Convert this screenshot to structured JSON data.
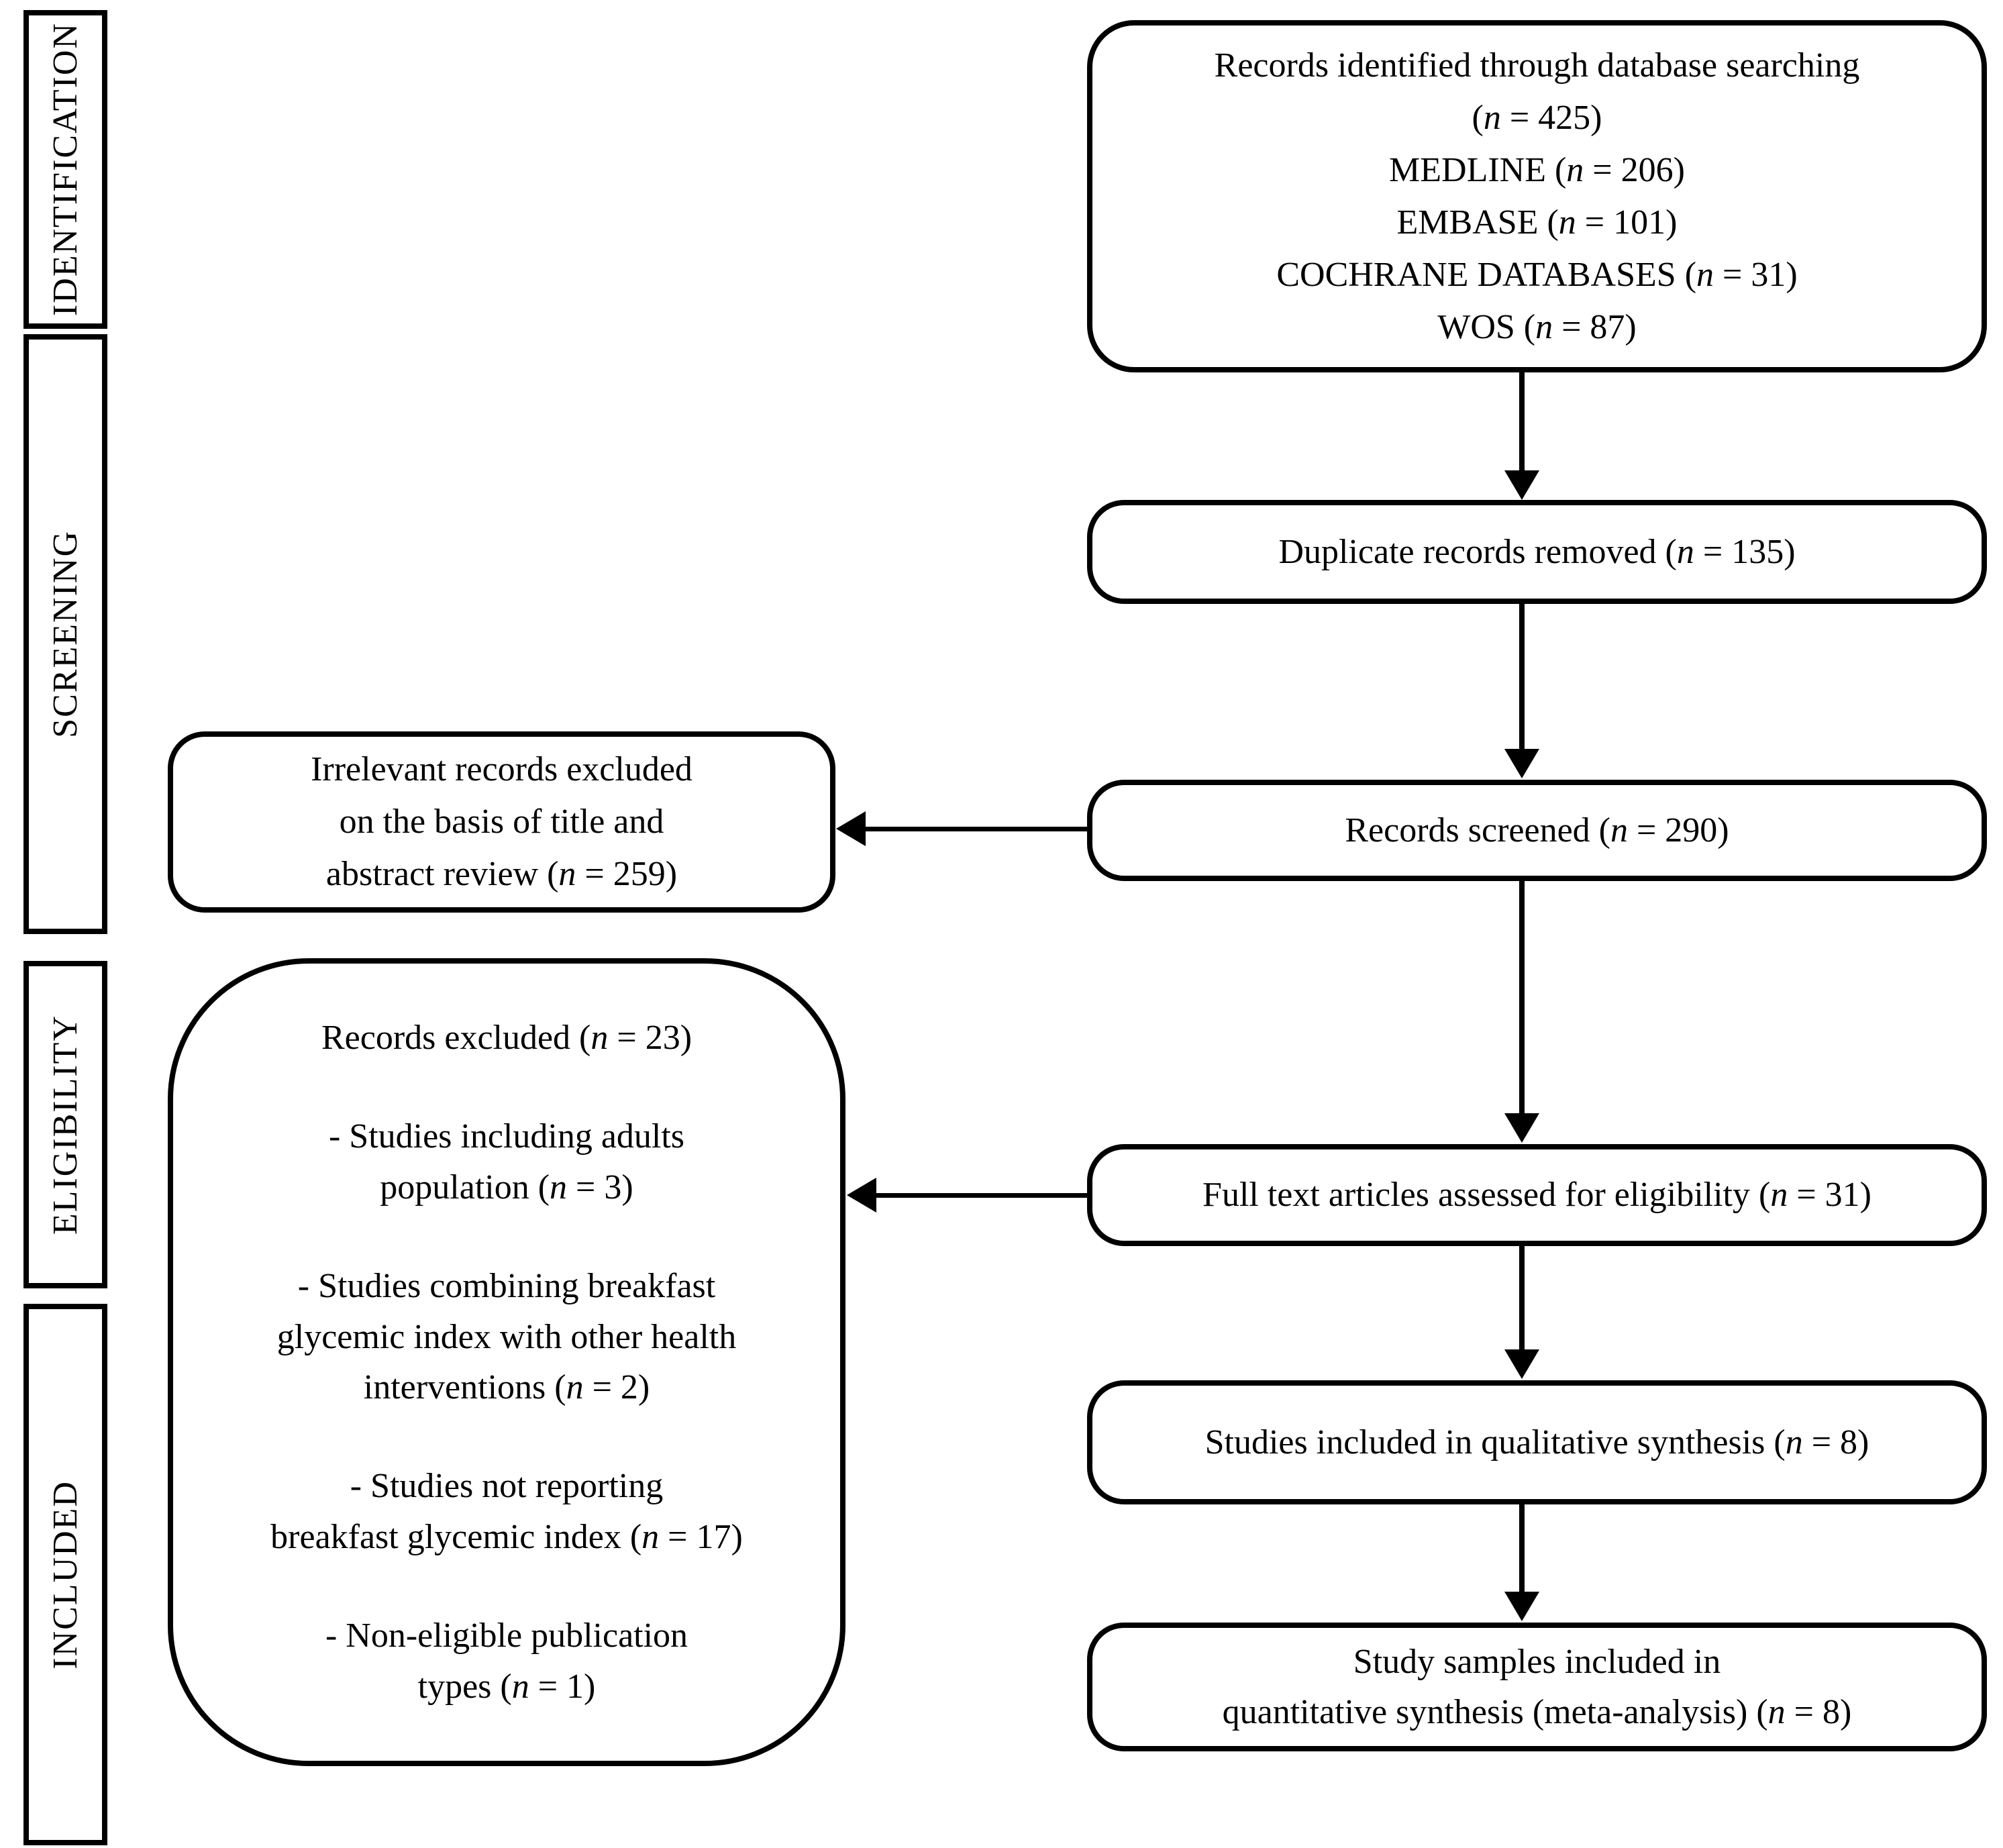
{
  "colors": {
    "ink": "#000000",
    "background": "#ffffff"
  },
  "sidebar": {
    "labels": [
      "IDENTIFICATION",
      "SCREENING",
      "ELIGIBILITY",
      "INCLUDED"
    ]
  },
  "flow": {
    "identified": {
      "lines": [
        "Records identified through database searching",
        "(n = 425)",
        "MEDLINE (n = 206)",
        "EMBASE (n = 101)",
        "COCHRANE DATABASES (n = 31)",
        "WOS (n = 87)"
      ]
    },
    "duplicates": {
      "text": "Duplicate records removed (n = 135)"
    },
    "screened": {
      "text": "Records screened (n = 290)"
    },
    "fulltext": {
      "text": "Full text articles assessed for eligibility (n = 31)"
    },
    "qualitative": {
      "text": "Studies included in qualitative synthesis (n = 8)"
    },
    "quantitative": {
      "lines": [
        "Study samples included in",
        "quantitative synthesis (meta-analysis) (n = 8)"
      ]
    },
    "excluded_screening": {
      "lines": [
        "Irrelevant records excluded",
        "on the basis of title and",
        "abstract review (n = 259)"
      ]
    },
    "excluded_eligibility": {
      "title": "Records excluded (n = 23)",
      "reasons": [
        {
          "lines": [
            "- Studies including adults",
            "population (n = 3)"
          ]
        },
        {
          "lines": [
            "- Studies combining breakfast",
            "glycemic index  with other health",
            "interventions (n = 2)"
          ]
        },
        {
          "lines": [
            "- Studies not reporting",
            "breakfast glycemic index (n = 17)"
          ]
        },
        {
          "lines": [
            "-   Non-eligible publication",
            "types (n = 1)"
          ]
        }
      ]
    }
  }
}
